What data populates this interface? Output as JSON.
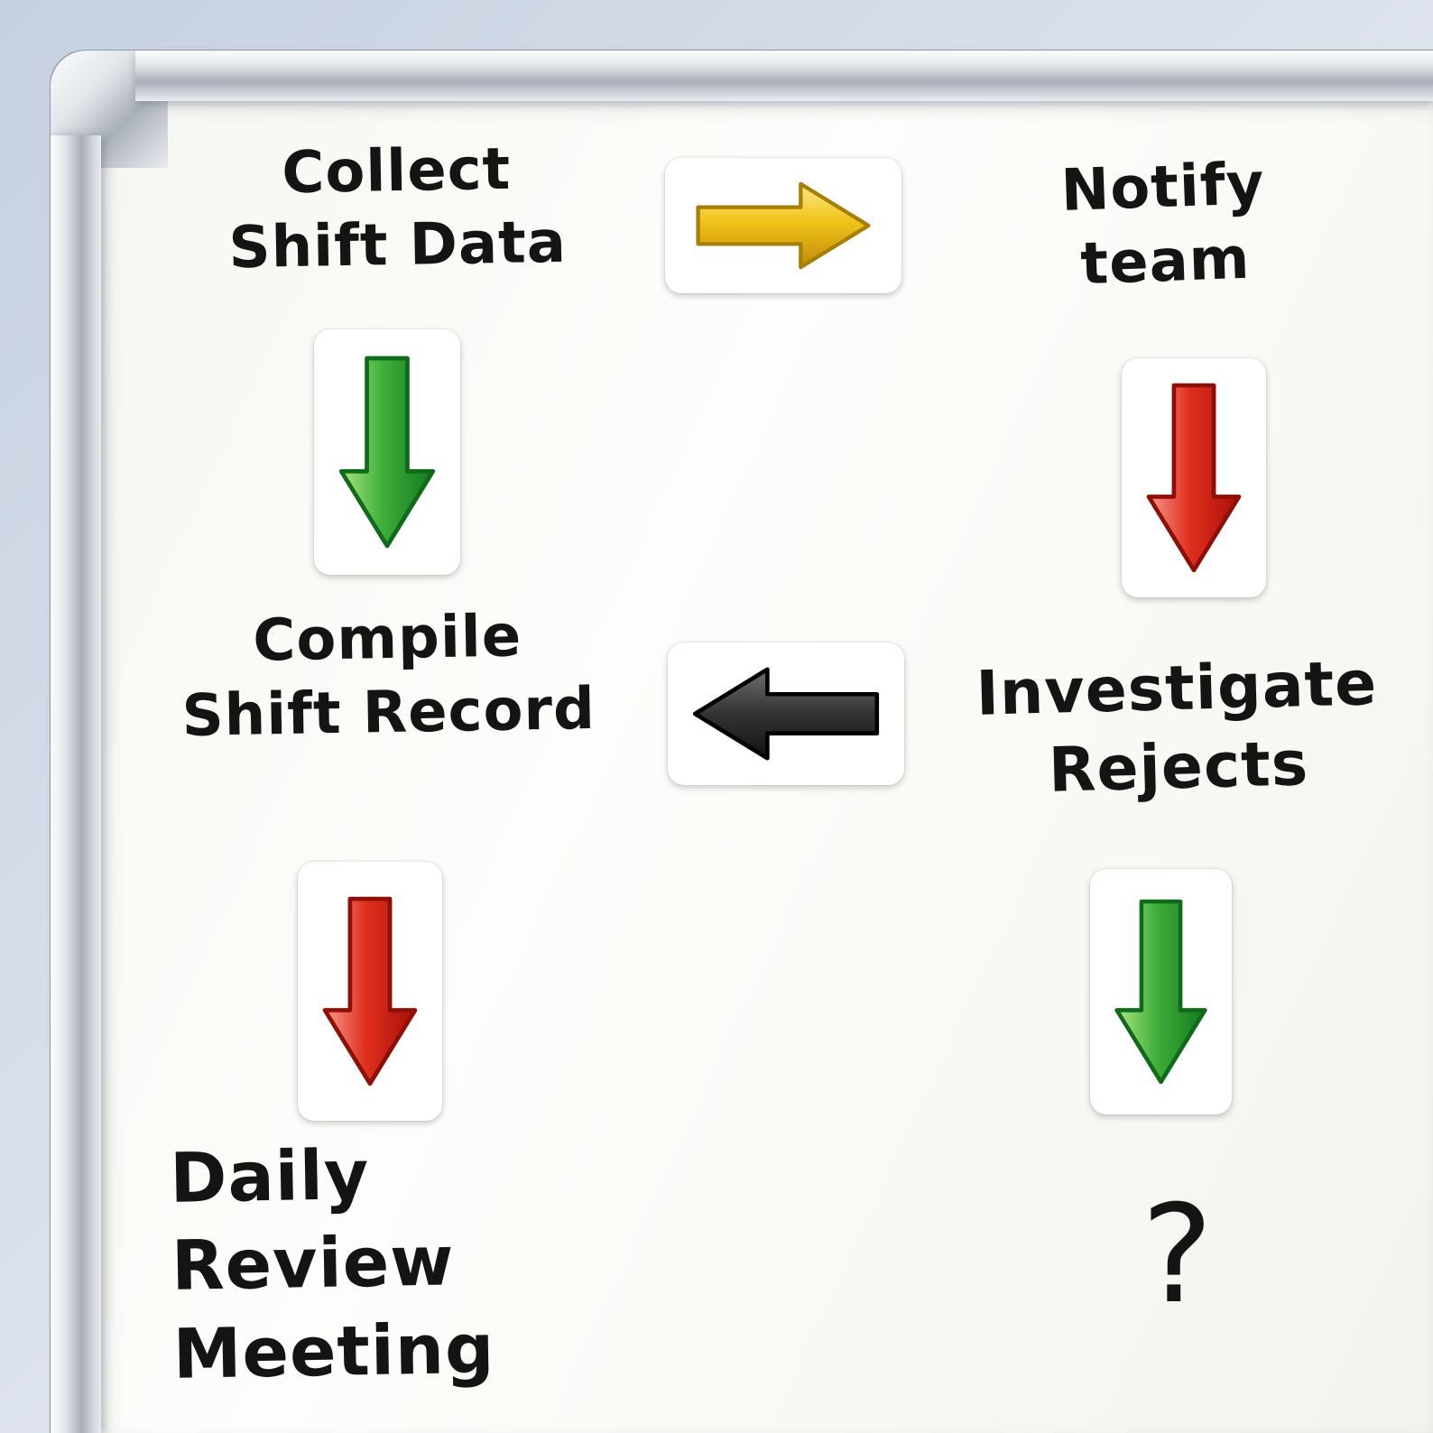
{
  "nodes": {
    "collect": {
      "label": "Collect\nShift Data"
    },
    "notify": {
      "label": "Notify\nteam"
    },
    "compile": {
      "label": "Compile\nShift Record"
    },
    "investigate": {
      "label": "Investigate\nRejects"
    },
    "daily_review": {
      "label": "Daily Review\nMeeting"
    },
    "unknown": {
      "label": "?"
    }
  },
  "arrow_cards": [
    {
      "id": "yellow-right",
      "name": "right-arrow-icon",
      "direction": "right",
      "color_light": "#fbe98a",
      "color_main": "#f0c419",
      "color_dark": "#c28a08",
      "outline": "#a87f06"
    },
    {
      "id": "green-down-left",
      "name": "down-arrow-icon",
      "direction": "down",
      "color_light": "#a9e77e",
      "color_main": "#3fae3a",
      "color_dark": "#137a1f",
      "outline": "#0f6a1a"
    },
    {
      "id": "red-down-right",
      "name": "down-arrow-icon",
      "direction": "down",
      "color_light": "#f6998c",
      "color_main": "#e0301f",
      "color_dark": "#a90f06",
      "outline": "#8f0e06"
    },
    {
      "id": "black-left",
      "name": "left-arrow-icon",
      "direction": "left",
      "color_light": "#6f6f6f",
      "color_main": "#383838",
      "color_dark": "#101010",
      "outline": "#000000"
    },
    {
      "id": "red-down-left",
      "name": "down-arrow-icon",
      "direction": "down",
      "color_light": "#f6998c",
      "color_main": "#e0301f",
      "color_dark": "#a90f06",
      "outline": "#8f0e06"
    },
    {
      "id": "green-down-right",
      "name": "down-arrow-icon",
      "direction": "down",
      "color_light": "#a9e77e",
      "color_main": "#3fae3a",
      "color_dark": "#137a1f",
      "outline": "#0f6a1a"
    }
  ]
}
